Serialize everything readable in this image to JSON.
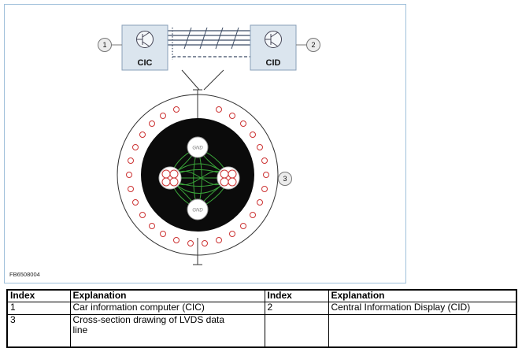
{
  "figure": {
    "code": "FB6508004",
    "cic": "CIC",
    "cid": "CID",
    "gnd": "GND",
    "callouts": {
      "c1": "1",
      "c2": "2",
      "c3": "3"
    },
    "colors": {
      "wire_blue": "#3b4a63",
      "strand_green": "#3aa53a",
      "ring_red": "#cc3333",
      "box_fill": "#dbe5ee",
      "frame_border": "#9fc0da"
    }
  },
  "table": {
    "headers": [
      "Index",
      "Explanation",
      "Index",
      "Explanation"
    ],
    "rows": [
      [
        "1",
        "Car information computer (CIC)",
        "2",
        "Central Information Display (CID)"
      ],
      [
        "3",
        "Cross-section drawing of LVDS data line",
        "",
        ""
      ]
    ]
  }
}
